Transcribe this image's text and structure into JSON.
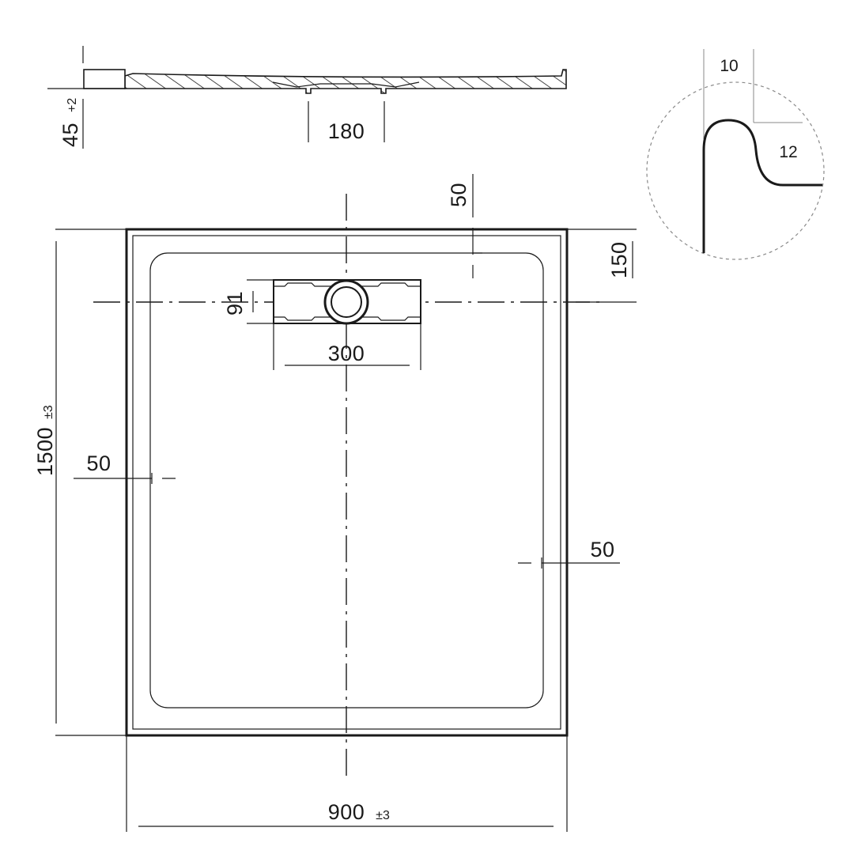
{
  "dims": {
    "height": "45",
    "height_tol": "+2",
    "drain_section_width": "180",
    "edge_top": "50",
    "offset_drain_center": "150",
    "drain_depth": "91",
    "drain_length": "300",
    "length": "1500",
    "length_tol": "±3",
    "edge_left": "50",
    "edge_right": "50",
    "width": "900",
    "width_tol": "±3",
    "detail_width": "10",
    "detail_height": "12"
  }
}
